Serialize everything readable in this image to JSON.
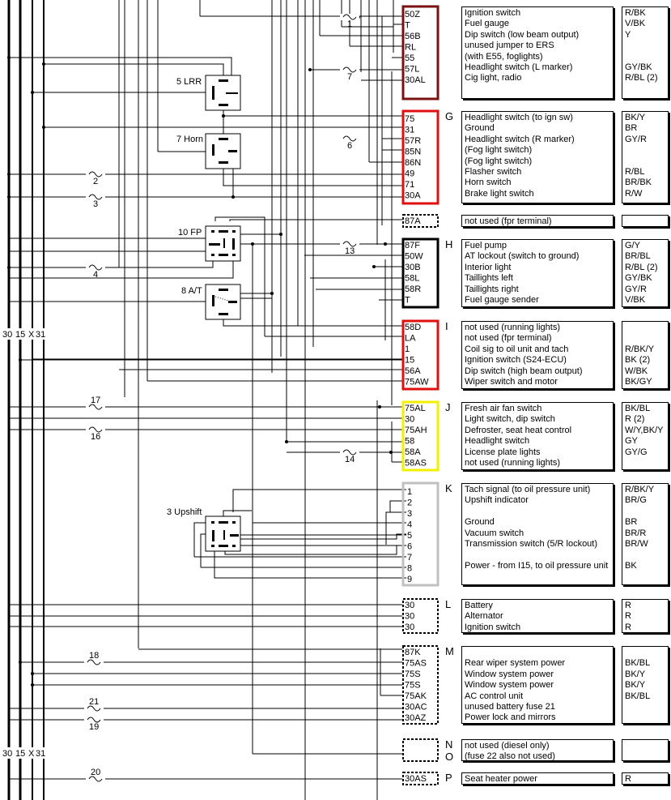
{
  "bus_labels": [
    "30",
    "15",
    "X",
    "31"
  ],
  "colors": {
    "F": "#7a1010",
    "G": "#e01010",
    "H": "#000000",
    "I": "#e01010",
    "J": "#f2f200",
    "K": "#c0c0c0",
    "dashed": "#000000"
  },
  "relays": [
    {
      "id": "lrr",
      "label": "5 LRR"
    },
    {
      "id": "horn",
      "label": "7 Horn"
    },
    {
      "id": "fp",
      "label": "10 FP"
    },
    {
      "id": "at",
      "label": "8 A/T"
    },
    {
      "id": "upshift",
      "label": "3 Upshift"
    }
  ],
  "fuses": [
    "1",
    "7",
    "6",
    "2",
    "3",
    "13",
    "4",
    "17",
    "16",
    "14",
    "18",
    "21",
    "19",
    "20"
  ],
  "connectors": [
    {
      "id": "F",
      "letter": "",
      "pins": [
        "50Z",
        "T",
        "56B",
        "RL",
        "55",
        "57L",
        "30AL"
      ],
      "descriptions": [
        "Ignition switch",
        "Fuel gauge",
        "Dip switch (low beam output)",
        "unused jumper to ERS",
        "(with E55, foglights)",
        "Headlight switch (L marker)",
        "Cig light, radio"
      ],
      "wire_colors": [
        "R/BK",
        "V/BK",
        "Y",
        "",
        "",
        "GY/BK",
        "R/BL (2)"
      ]
    },
    {
      "id": "G",
      "letter": "G",
      "pins": [
        "75",
        "31",
        "57R",
        "85N",
        "86N",
        "49",
        "71",
        "30A"
      ],
      "descriptions": [
        "Headlight switch (to ign sw)",
        "Ground",
        "Headlight switch (R marker)",
        "(Fog light switch)",
        "(Fog light switch)",
        "Flasher switch",
        "Horn switch",
        "Brake light switch"
      ],
      "wire_colors": [
        "BK/Y",
        "BR",
        "GY/R",
        "",
        "",
        "R/BL",
        "BR/BK",
        "R/W"
      ]
    },
    {
      "id": "G2",
      "letter": "",
      "pins": [
        "87A"
      ],
      "descriptions": [
        "not used (fpr terminal)"
      ],
      "wire_colors": [
        ""
      ]
    },
    {
      "id": "H",
      "letter": "H",
      "pins": [
        "87F",
        "50W",
        "30B",
        "58L",
        "58R",
        "T"
      ],
      "descriptions": [
        "Fuel pump",
        "AT lockout (switch to ground)",
        "Interior light",
        "Taillights left",
        "Taillights right",
        "Fuel gauge sender"
      ],
      "wire_colors": [
        "G/Y",
        "BR/BL",
        "R/BL (2)",
        "GY/BK",
        "GY/R",
        "V/BK"
      ]
    },
    {
      "id": "I",
      "letter": "I",
      "pins": [
        "58D",
        "LA",
        "1",
        "15",
        "56A",
        "75AW"
      ],
      "descriptions": [
        "not used (running lights)",
        "not used (fpr terminal)",
        "Coil sig to oil unit and tach",
        "Ignition switch (S24-ECU)",
        "Dip switch (high beam output)",
        "Wiper switch and motor"
      ],
      "wire_colors": [
        "",
        "",
        "R/BK/Y",
        "BK (2)",
        "W/BK",
        "BK/GY"
      ]
    },
    {
      "id": "J",
      "letter": "J",
      "pins": [
        "75AL",
        "30",
        "75AH",
        "58",
        "58A",
        "58AS"
      ],
      "descriptions": [
        "Fresh air fan switch",
        "Light switch, dip switch",
        "Defroster, seat heat control",
        "Headlight switch",
        "License plate lights",
        "not used (running lights)"
      ],
      "wire_colors": [
        "BK/BL",
        "R (2)",
        "W/Y,BK/Y",
        "GY",
        "GY/G",
        ""
      ]
    },
    {
      "id": "K",
      "letter": "K",
      "pins": [
        "1",
        "2",
        "3",
        "4",
        "5",
        "6",
        "7",
        "8",
        "9"
      ],
      "descriptions": [
        "Tach signal (to oil pressure unit)",
        "Upshift indicator",
        "",
        "Ground",
        "Vacuum switch",
        "Transmission switch (5/R lockout)",
        "",
        "Power - from I15, to oil pressure unit",
        ""
      ],
      "wire_colors": [
        "R/BK/Y",
        "BR/G",
        "",
        "BR",
        "BR/R",
        "BR/W",
        "",
        "BK",
        ""
      ]
    },
    {
      "id": "L",
      "letter": "L",
      "pins": [
        "30",
        "30",
        "30"
      ],
      "descriptions": [
        "Battery",
        "Alternator",
        "Ignition switch"
      ],
      "wire_colors": [
        "R",
        "R",
        "R"
      ]
    },
    {
      "id": "M",
      "letter": "M",
      "pins": [
        "87K",
        "75AS",
        "75S",
        "75S",
        "75AK",
        "30AC",
        "30AZ"
      ],
      "descriptions": [
        "",
        "Rear wiper system power",
        "Window system power",
        "Window system power",
        "AC control unit",
        "unused battery fuse 21",
        "Power lock and mirrors"
      ],
      "wire_colors": [
        "",
        "BK/BL",
        "BK/Y",
        "BK/Y",
        "BK/BL",
        "",
        ""
      ]
    },
    {
      "id": "NO",
      "letter": "N",
      "letter2": "O",
      "pins": [],
      "descriptions": [
        "not used (diesel only)",
        "(fuse 22 also not used)"
      ],
      "wire_colors": []
    },
    {
      "id": "P",
      "letter": "P",
      "pins": [
        "30AS"
      ],
      "descriptions": [
        "Seat heater power"
      ],
      "wire_colors": [
        "R"
      ]
    }
  ]
}
